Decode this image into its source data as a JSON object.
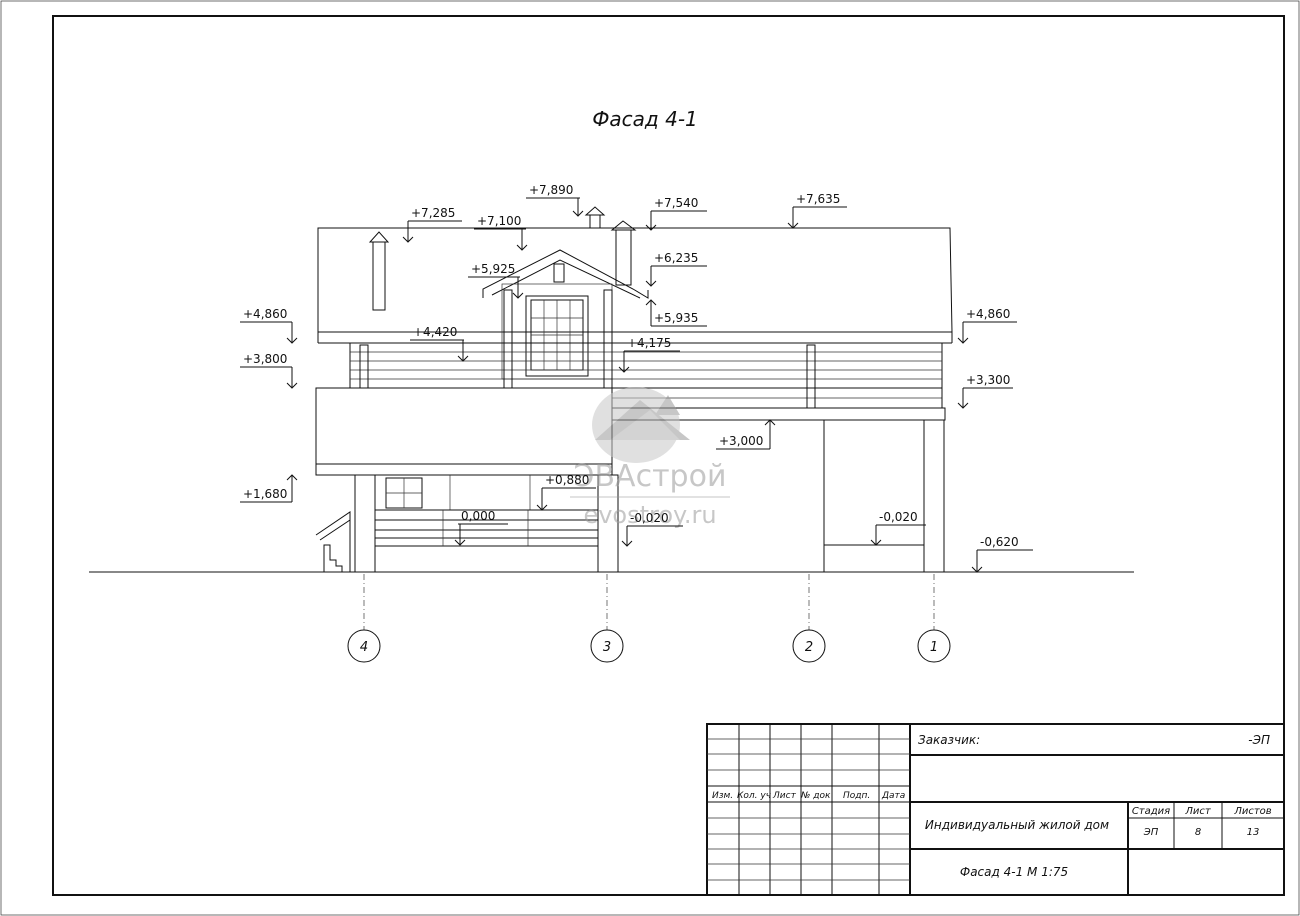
{
  "drawing": {
    "title": "Фасад 4-1",
    "elevation_marks": {
      "m7890": "+7,890",
      "m7540": "+7,540",
      "m7635": "+7,635",
      "m7285": "+7,285",
      "m7100": "+7,100",
      "m6235": "+6,235",
      "m5925": "+5,925",
      "m5935": "+5,935",
      "m4860l": "+4,860",
      "m4860r": "+4,860",
      "m4420": "+4,420",
      "m4175": "+4,175",
      "m3800": "+3,800",
      "m3300": "+3,300",
      "m3000": "+3,000",
      "m1680": "+1,680",
      "m0880": "+0,880",
      "m0000": "0,000",
      "m0020a": "-0,020",
      "m0020b": "-0,020",
      "m0620": "-0,620"
    },
    "axes": [
      "4",
      "3",
      "2",
      "1"
    ]
  },
  "watermark": {
    "brand": "ЭВАстрой",
    "site": "evostroy.ru"
  },
  "title_block": {
    "headers": [
      "Изм.",
      "Кол. уч",
      "Лист",
      "№ док",
      "Подп.",
      "Дата"
    ],
    "customer_label": "Заказчик:",
    "doc_code": "-ЭП",
    "project_name": "Индивидуальный жилой дом",
    "stage_label": "Стадия",
    "sheet_label": "Лист",
    "sheets_label": "Листов",
    "stage_value": "ЭП",
    "sheet_value": "8",
    "sheets_value": "13",
    "sheet_title": "Фасад 4-1 М 1:75"
  }
}
